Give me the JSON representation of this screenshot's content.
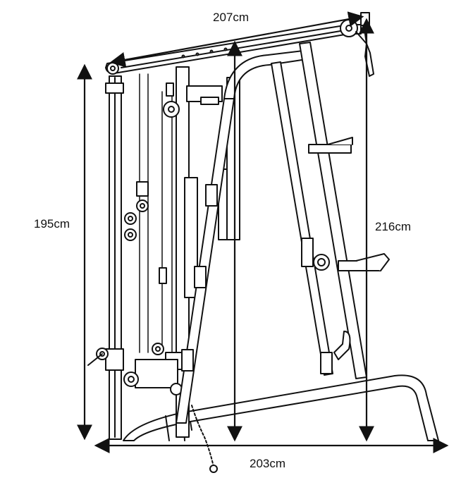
{
  "dimensions": {
    "top_width": "207cm",
    "left_height": "195cm",
    "right_height": "216cm",
    "base_depth": "203cm"
  },
  "colors": {
    "line": "#111111",
    "background": "#ffffff",
    "fill": "#ffffff"
  }
}
